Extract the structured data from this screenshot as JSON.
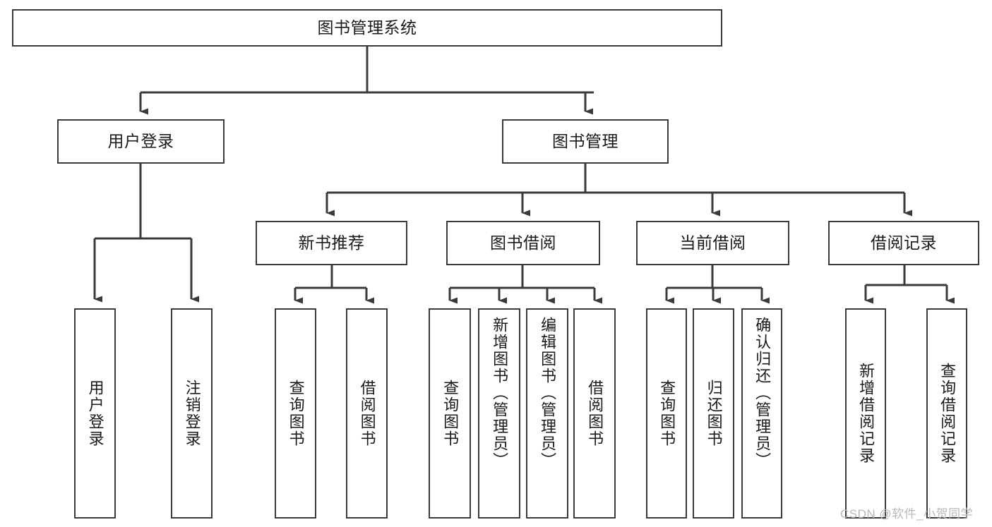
{
  "diagram": {
    "type": "hierarchy-tree",
    "title": "图书管理系统",
    "orientation": "top-down",
    "style": {
      "box_border_color": "#3a3a3a",
      "box_fill_color": "#ffffff",
      "connector_color": "#3a3a3a",
      "text_color": "#1a1a1a",
      "background": "#ffffff"
    },
    "root": {
      "label": "图书管理系统"
    },
    "level2": [
      {
        "label": "用户登录"
      },
      {
        "label": "图书管理"
      }
    ],
    "level3": [
      {
        "label": "新书推荐"
      },
      {
        "label": "图书借阅"
      },
      {
        "label": "当前借阅"
      },
      {
        "label": "借阅记录"
      }
    ],
    "leaves": {
      "user_login": [
        {
          "label": "用户登录"
        },
        {
          "label": "注销登录"
        }
      ],
      "new_book_recommend": [
        {
          "label": "查询图书"
        },
        {
          "label": "借阅图书"
        }
      ],
      "book_borrow": [
        {
          "label": "查询图书"
        },
        {
          "label": "新增图书（管理员）"
        },
        {
          "label": "编辑图书（管理员）"
        },
        {
          "label": "借阅图书"
        }
      ],
      "current_borrow": [
        {
          "label": "查询图书"
        },
        {
          "label": "归还图书"
        },
        {
          "label": "确认归还（管理员）"
        }
      ],
      "borrow_record": [
        {
          "label": "新增借阅记录"
        },
        {
          "label": "查询借阅记录"
        }
      ]
    }
  },
  "watermark": {
    "text": "CSDN @软件_小贺同学"
  }
}
